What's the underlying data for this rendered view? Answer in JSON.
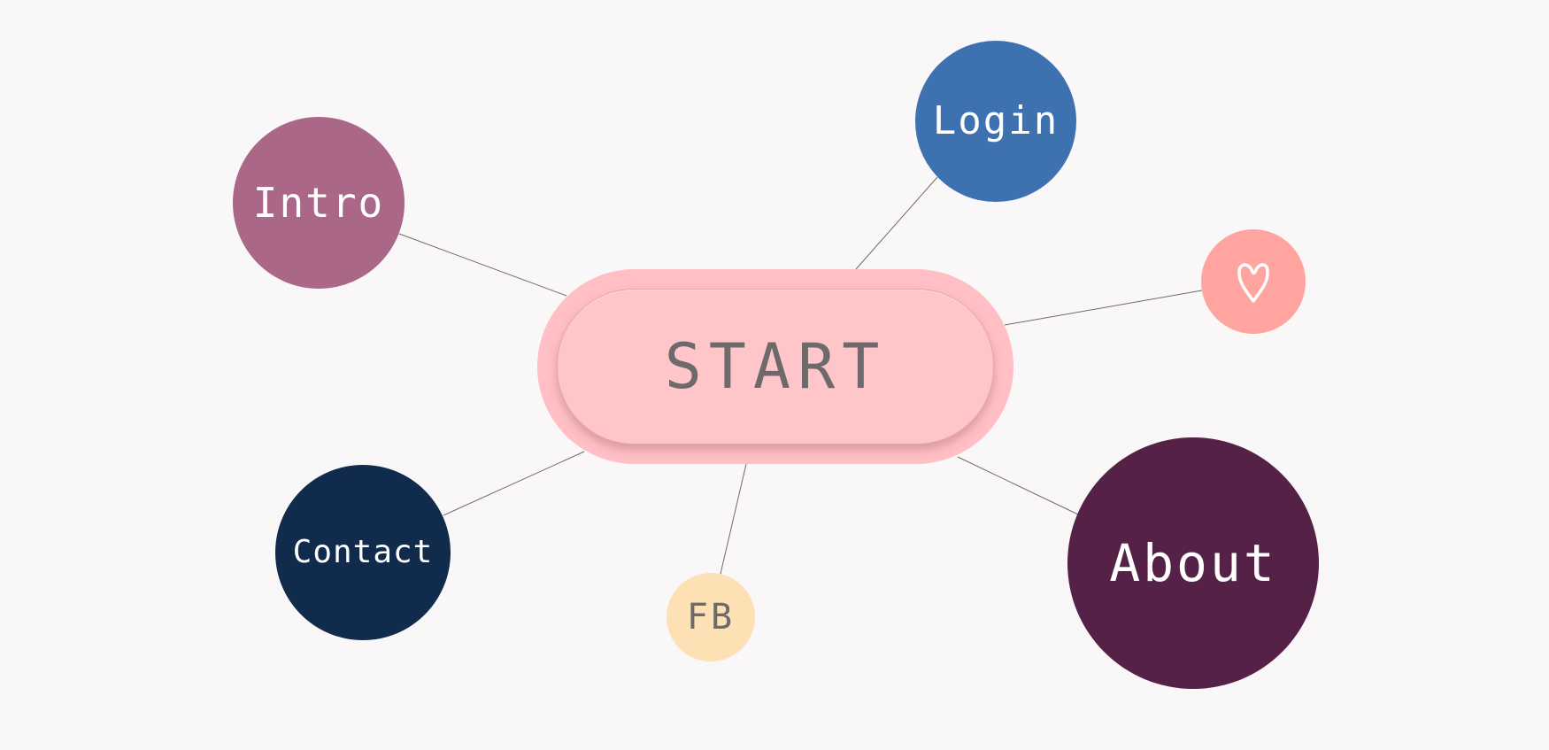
{
  "colors": {
    "background": "#f9f7f8",
    "intro": "#ab6787",
    "login": "#3e71b0",
    "heart": "#ffa49f",
    "contact": "#112b4c",
    "fb": "#fde0b4",
    "about": "#552146",
    "start_outer": "#ffbfc4",
    "start_inner": "#ffc6c9",
    "light_text": "#ffffff",
    "dark_text": "#6e6a6c"
  },
  "start": {
    "label": "START"
  },
  "nodes": {
    "intro": {
      "label": "Intro"
    },
    "login": {
      "label": "Login"
    },
    "heart": {
      "icon": "heart-icon"
    },
    "contact": {
      "label": "Contact"
    },
    "fb": {
      "label": "FB"
    },
    "about": {
      "label": "About"
    }
  }
}
